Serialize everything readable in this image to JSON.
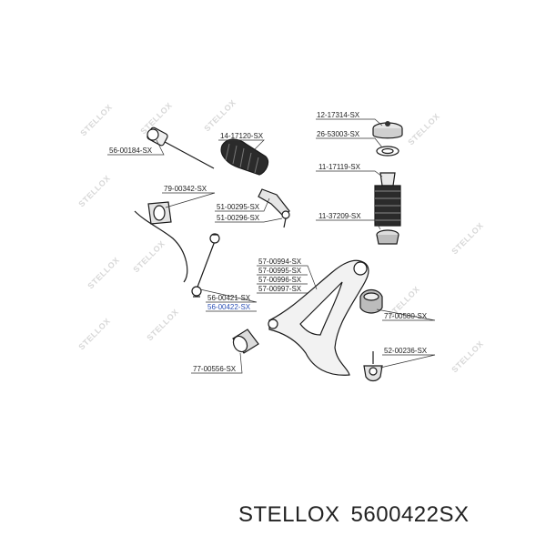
{
  "labels": {
    "tie_rod_end_inner": "56-00184-SX",
    "boot": "14-17120-SX",
    "mount_top": "12-17314-SX",
    "bearing": "26-53003-SX",
    "bump_stop": "11-17119-SX",
    "stab_bushing": "79-00342-SX",
    "tie_rod_end_1": "51-00295-SX",
    "tie_rod_end_2": "51-00296-SX",
    "spring_pad": "11-37209-SX",
    "arm_1": "57-00994-SX",
    "arm_2": "57-00995-SX",
    "arm_3": "57-00996-SX",
    "arm_4": "57-00997-SX",
    "link_1": "56-00421-SX",
    "link_2": "56-00422-SX",
    "arm_bushing_rear": "77-00580-SX",
    "ball_joint": "52-00236-SX",
    "arm_bushing_front": "77-00556-SX"
  },
  "watermark": "STELLOX",
  "footer": {
    "brand": "STELLOX",
    "part_number": "5600422SX"
  },
  "colors": {
    "highlight_label": "#2a4fb5",
    "ink": "#1a1a1a",
    "watermark": "#d8d8d8"
  }
}
